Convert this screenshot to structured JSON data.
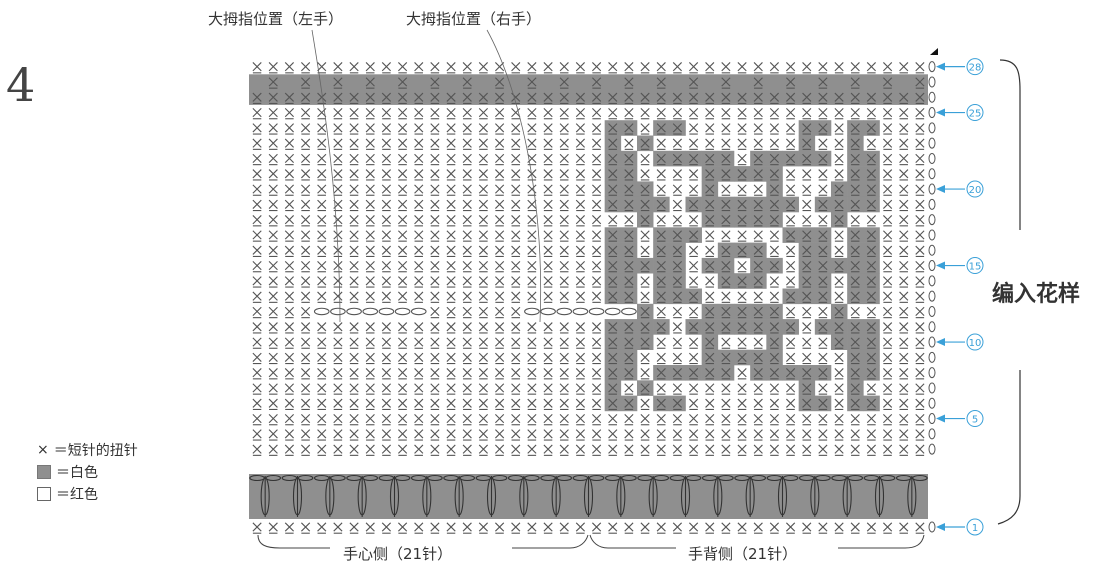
{
  "figure": {
    "number": "4"
  },
  "thumb_labels": {
    "left": "大拇指位置（左手）",
    "right": "大拇指位置（右手）"
  },
  "section_label": "编入花样",
  "legend": [
    {
      "symbol": "×",
      "text": "＝短针的扭针"
    },
    {
      "symbol": "gray-square",
      "text": "＝白色"
    },
    {
      "symbol": "white-square",
      "text": "＝红色"
    }
  ],
  "bottom_labels": {
    "palm": "手心侧（21针）",
    "back": "手背侧（21针）"
  },
  "row_markers": [
    "28",
    "25",
    "20",
    "15",
    "10",
    "5",
    "1"
  ],
  "colors": {
    "shade": "#8f8f8f",
    "arrow": "#3aa0d8",
    "line": "#666666",
    "stitch": "#555555"
  },
  "chart": {
    "stitches_per_row": 42,
    "chain_rows": [
      12
    ],
    "chain_row_stitches": {
      "left_thumb": [
        4,
        5,
        6,
        7,
        8,
        9,
        10
      ],
      "right_thumb": [
        17,
        18,
        19,
        20,
        21,
        22,
        23
      ]
    },
    "cuff_row": 2,
    "top_band_row": 27,
    "top_band_pattern": "alternating shade",
    "motif_rows": [
      "..........................................",
      "..........................................",
      "..........................................",
      "..........................................",
      "......................##.##.......##.##...",
      "......................#.#.........#..#....",
      "......................##.#####.#####.##...",
      "......................##....#####....##...",
      "......................###...#...#...###...",
      "......................####.#######.####...",
      "........................#...#####...#.....",
      "......................##.###.....###.##...",
      "......................##.##..###..##.##...",
      "......................#####.##.##.#####...",
      "......................##.##..###..##.##...",
      "......................##.###.....###.##...",
      "........................#...#####...#.....",
      "......................####.#######.####...",
      "......................###...#...#...###...",
      "......................##....#####....##...",
      "......................##.#####.#####.##...",
      "......................#.#.........#..#....",
      "......................##.##.......##.##...",
      "..........................................",
      "..........................................",
      "..........................................",
      "..........................................",
      ".........................................."
    ]
  }
}
